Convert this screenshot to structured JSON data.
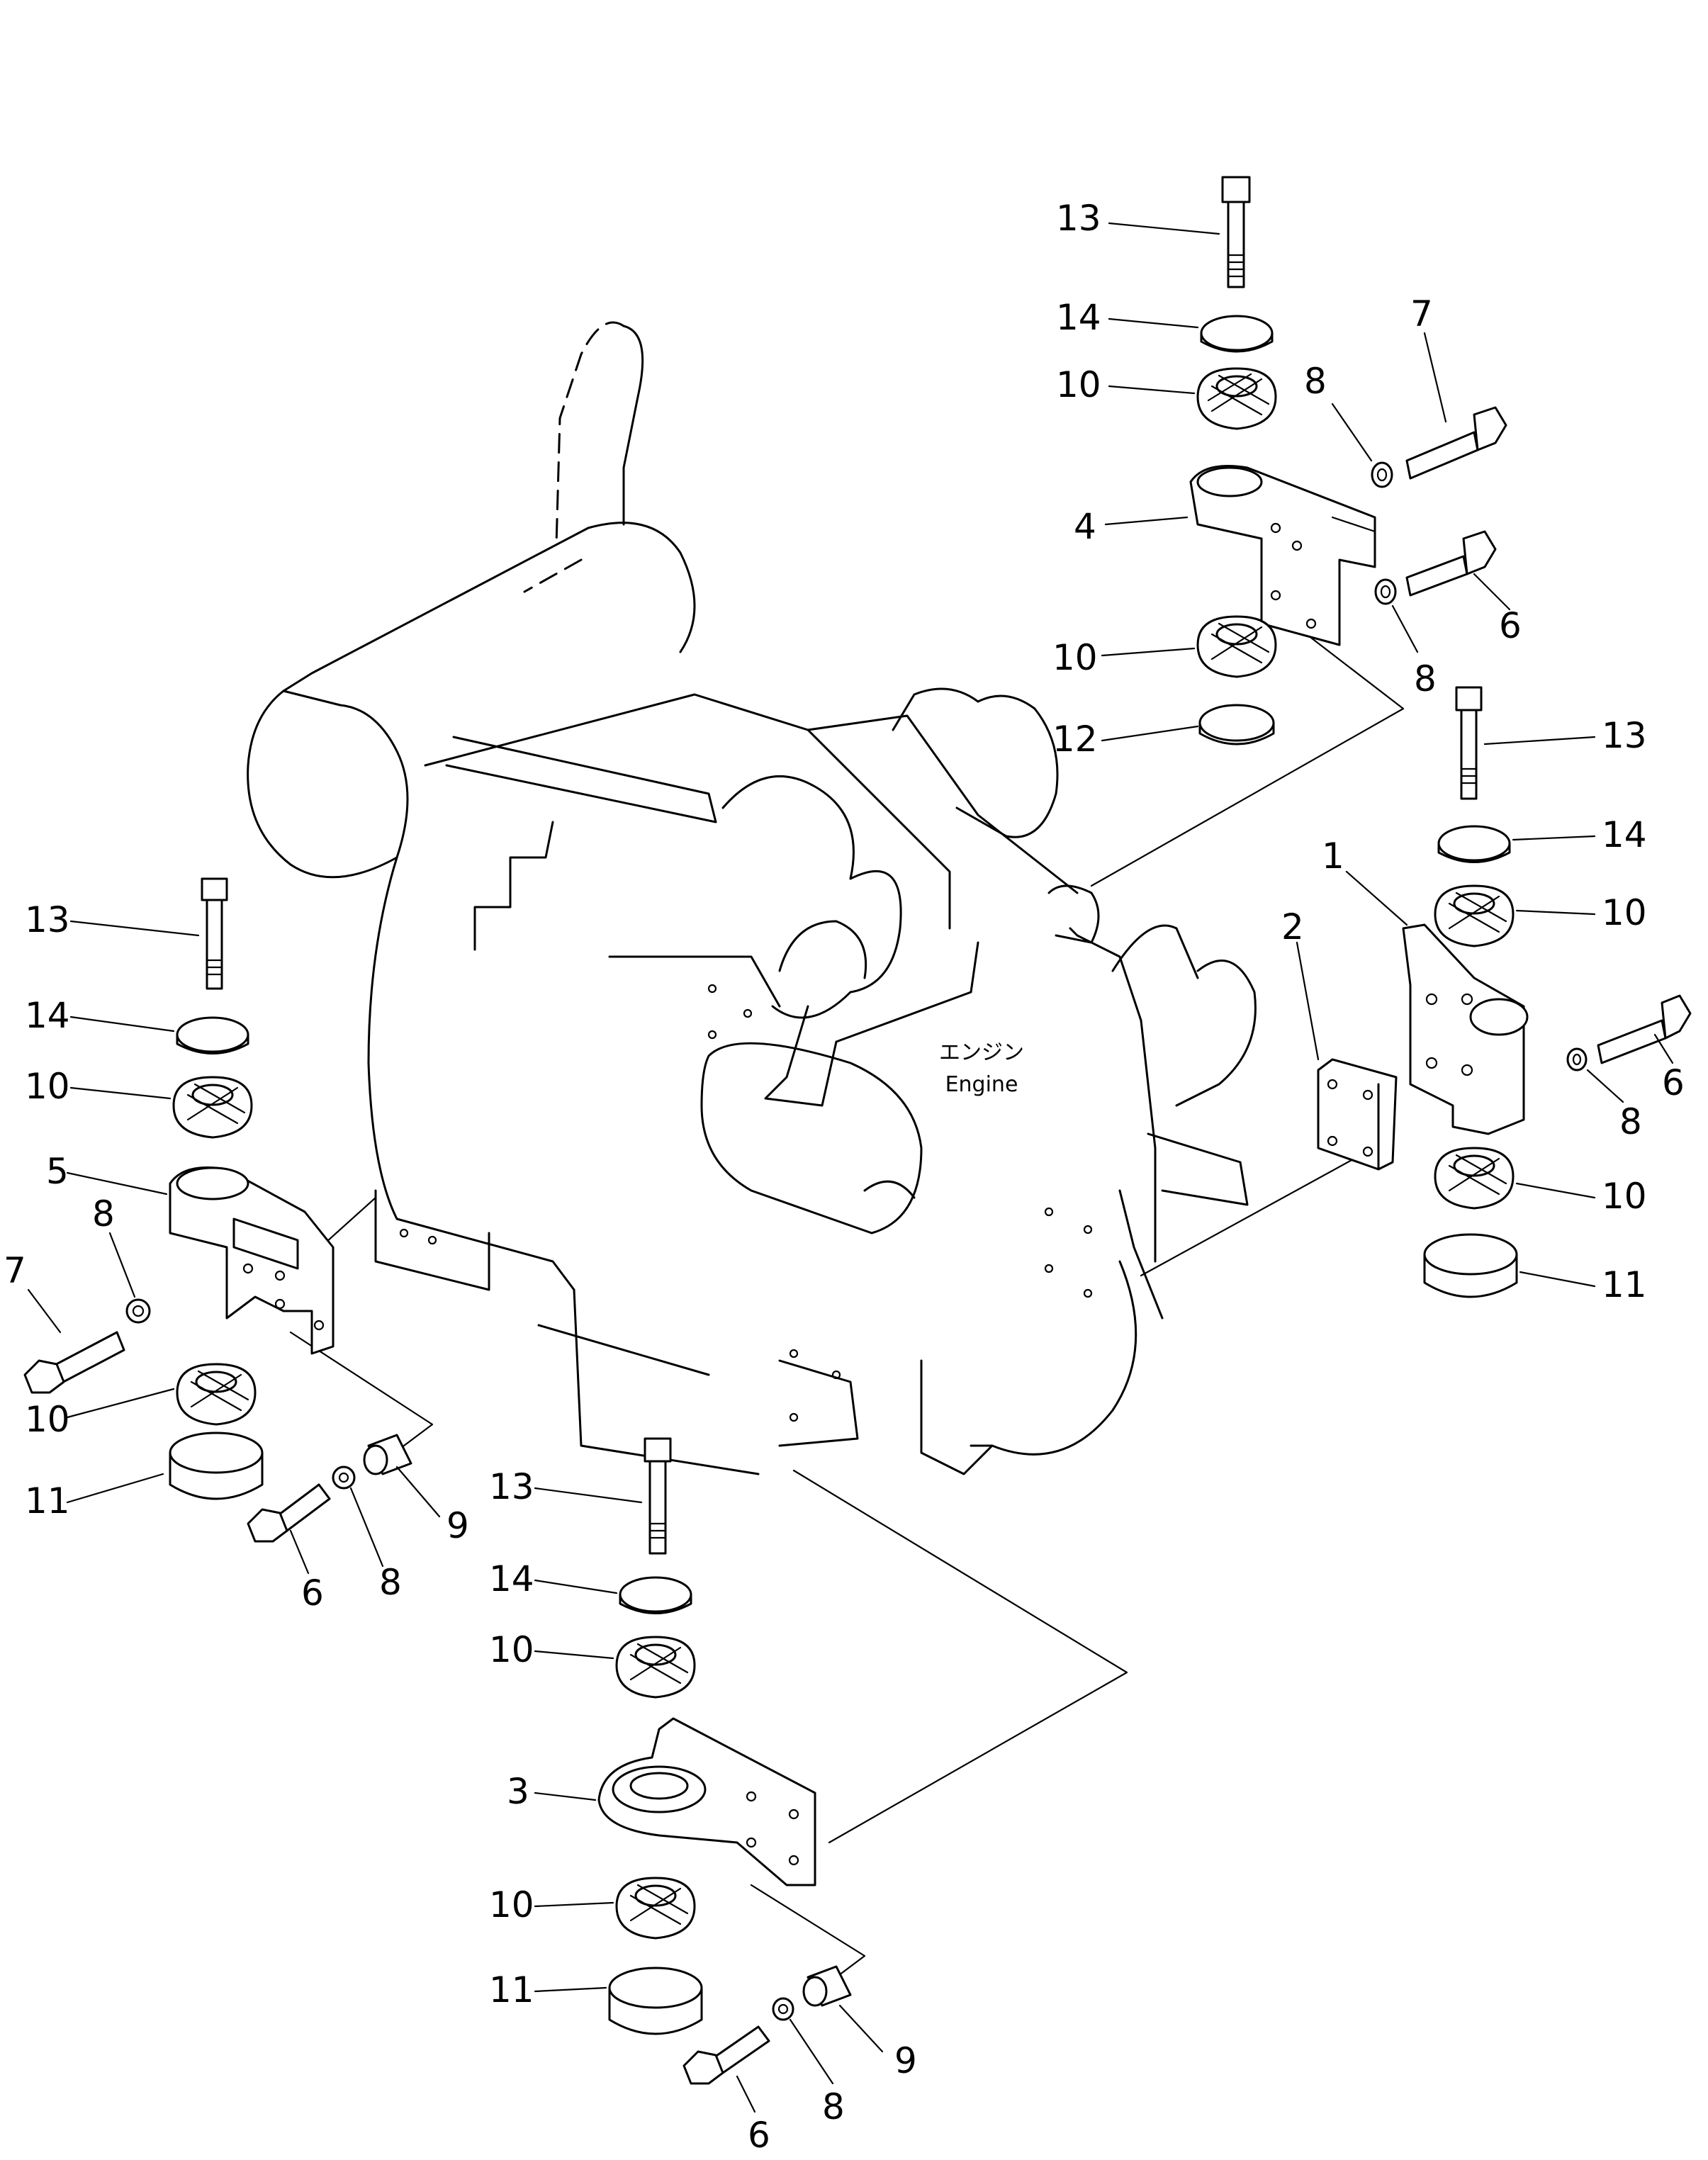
{
  "engine": {
    "label_jp": "エンジン",
    "label_en": "Engine"
  },
  "callouts": [
    {
      "id": "c1",
      "text": "13"
    },
    {
      "id": "c2",
      "text": "14"
    },
    {
      "id": "c3",
      "text": "10"
    },
    {
      "id": "c4",
      "text": "8"
    },
    {
      "id": "c5",
      "text": "7"
    },
    {
      "id": "c6",
      "text": "4"
    },
    {
      "id": "c7",
      "text": "6"
    },
    {
      "id": "c8",
      "text": "10"
    },
    {
      "id": "c9",
      "text": "8"
    },
    {
      "id": "c10",
      "text": "12"
    },
    {
      "id": "c11",
      "text": "13"
    },
    {
      "id": "c12",
      "text": "14"
    },
    {
      "id": "c13",
      "text": "1"
    },
    {
      "id": "c14",
      "text": "10"
    },
    {
      "id": "c15",
      "text": "2"
    },
    {
      "id": "c16",
      "text": "6"
    },
    {
      "id": "c17",
      "text": "8"
    },
    {
      "id": "c18",
      "text": "10"
    },
    {
      "id": "c19",
      "text": "11"
    },
    {
      "id": "c20",
      "text": "13"
    },
    {
      "id": "c21",
      "text": "14"
    },
    {
      "id": "c22",
      "text": "10"
    },
    {
      "id": "c23",
      "text": "5"
    },
    {
      "id": "c24",
      "text": "8"
    },
    {
      "id": "c25",
      "text": "7"
    },
    {
      "id": "c26",
      "text": "10"
    },
    {
      "id": "c27",
      "text": "11"
    },
    {
      "id": "c28",
      "text": "9"
    },
    {
      "id": "c29",
      "text": "8"
    },
    {
      "id": "c30",
      "text": "6"
    },
    {
      "id": "c31",
      "text": "13"
    },
    {
      "id": "c32",
      "text": "14"
    },
    {
      "id": "c33",
      "text": "10"
    },
    {
      "id": "c34",
      "text": "3"
    },
    {
      "id": "c35",
      "text": "10"
    },
    {
      "id": "c36",
      "text": "11"
    },
    {
      "id": "c37",
      "text": "9"
    },
    {
      "id": "c38",
      "text": "8"
    },
    {
      "id": "c39",
      "text": "6"
    }
  ]
}
